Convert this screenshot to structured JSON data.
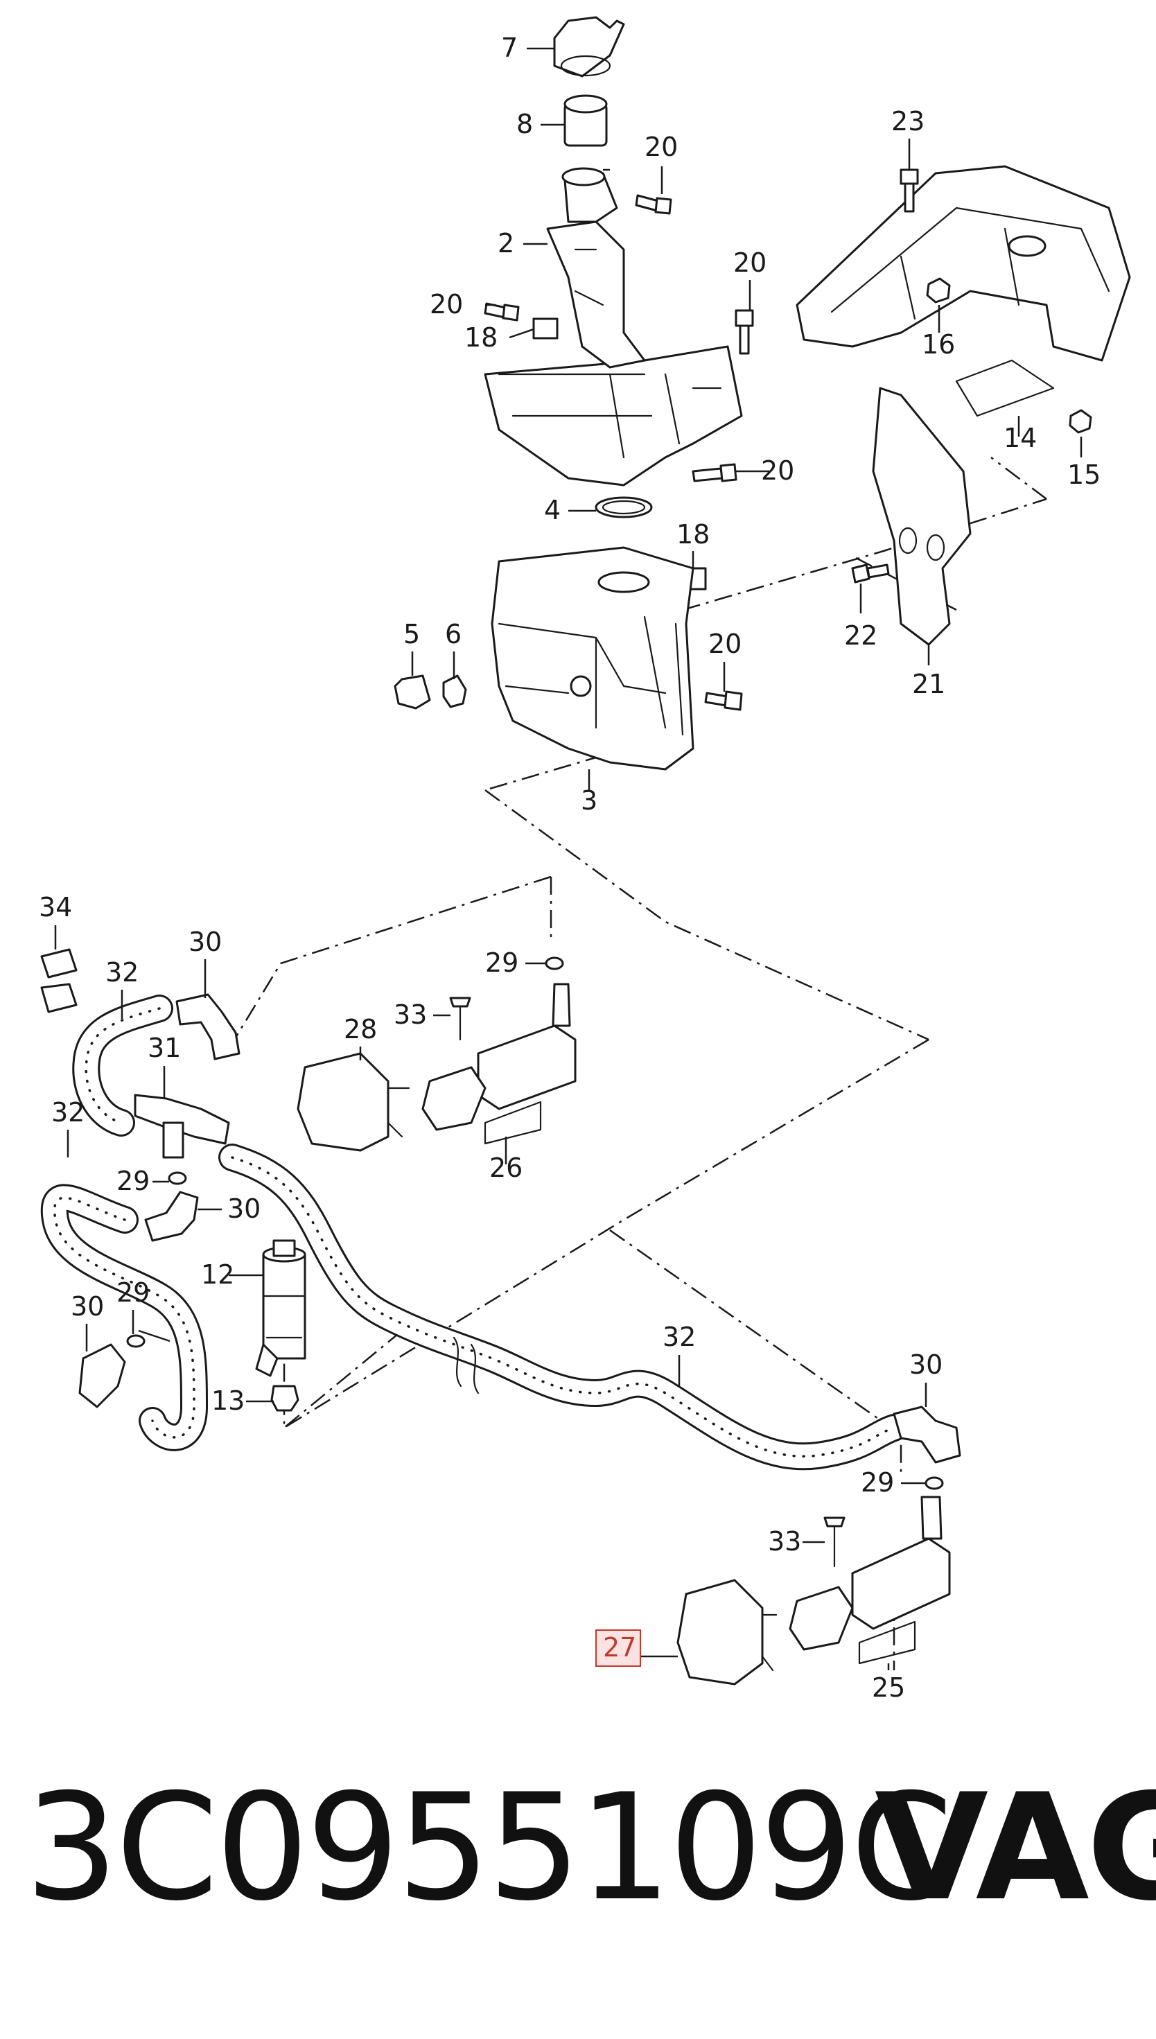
{
  "callouts": [
    {
      "id": "c7",
      "text": "7"
    },
    {
      "id": "c8",
      "text": "8"
    },
    {
      "id": "c20a",
      "text": "20"
    },
    {
      "id": "c2",
      "text": "2"
    },
    {
      "id": "c20b",
      "text": "20"
    },
    {
      "id": "c18a",
      "text": "18"
    },
    {
      "id": "c20c",
      "text": "20"
    },
    {
      "id": "c20d",
      "text": "20"
    },
    {
      "id": "c4",
      "text": "4"
    },
    {
      "id": "c18b",
      "text": "18"
    },
    {
      "id": "c5",
      "text": "5"
    },
    {
      "id": "c6",
      "text": "6"
    },
    {
      "id": "c20e",
      "text": "20"
    },
    {
      "id": "c3",
      "text": "3"
    },
    {
      "id": "c23",
      "text": "23"
    },
    {
      "id": "c16",
      "text": "16"
    },
    {
      "id": "c14",
      "text": "14"
    },
    {
      "id": "c15",
      "text": "15"
    },
    {
      "id": "c22",
      "text": "22"
    },
    {
      "id": "c21",
      "text": "21"
    },
    {
      "id": "c34",
      "text": "34"
    },
    {
      "id": "c32a",
      "text": "32"
    },
    {
      "id": "c30a",
      "text": "30"
    },
    {
      "id": "c29a",
      "text": "29"
    },
    {
      "id": "c33a",
      "text": "33"
    },
    {
      "id": "c28",
      "text": "28"
    },
    {
      "id": "c31",
      "text": "31"
    },
    {
      "id": "c26",
      "text": "26"
    },
    {
      "id": "c32b",
      "text": "32"
    },
    {
      "id": "c29b",
      "text": "29"
    },
    {
      "id": "c30b",
      "text": "30"
    },
    {
      "id": "c12",
      "text": "12"
    },
    {
      "id": "c30c",
      "text": "30"
    },
    {
      "id": "c29c",
      "text": "29"
    },
    {
      "id": "c13",
      "text": "13"
    },
    {
      "id": "c32c",
      "text": "32"
    },
    {
      "id": "c30d",
      "text": "30"
    },
    {
      "id": "c29d",
      "text": "29"
    },
    {
      "id": "c33b",
      "text": "33"
    },
    {
      "id": "c27",
      "text": "27"
    },
    {
      "id": "c25",
      "text": "25"
    }
  ],
  "highlight": {
    "callout": "27",
    "color": "#c0392b",
    "fill": "#fbe3e3"
  },
  "footer": {
    "part_number": "3C0955109C",
    "brand": "VAG"
  }
}
